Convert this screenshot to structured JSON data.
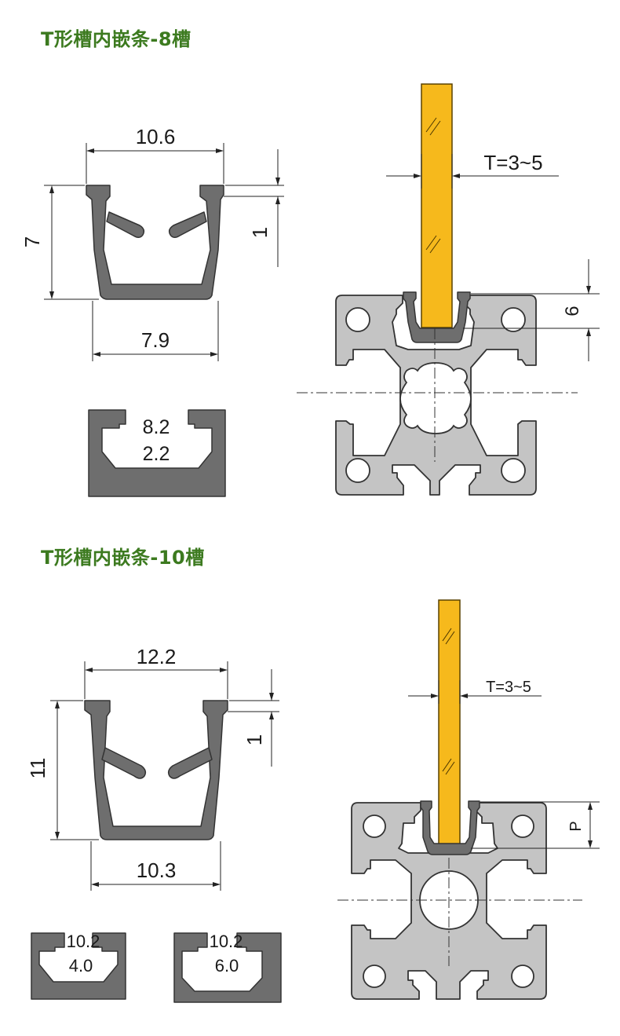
{
  "titles": {
    "slot8": "T形槽内嵌条-8槽",
    "slot10": "T形槽内嵌条-10槽"
  },
  "slot8": {
    "dim_top_width": "10.6",
    "dim_height": "7",
    "dim_lip": "1",
    "dim_bottom_width": "7.9",
    "insert_dim_a": "8.2",
    "insert_dim_b": "2.2",
    "panel_thickness": "T=3~5",
    "depth": "6"
  },
  "slot10": {
    "dim_top_width": "12.2",
    "dim_height": "11",
    "dim_lip": "1",
    "dim_bottom_width": "10.3",
    "insert1_dim_a": "10.2",
    "insert1_dim_b": "4.0",
    "insert2_dim_a": "10.2",
    "insert2_dim_b": "6.0",
    "panel_thickness": "T=3~5",
    "depth": "P"
  },
  "colors": {
    "title_green": "#3c7a1f",
    "strip_gray": "#6e6e6e",
    "profile_gray": "#c4c4c4",
    "panel_yellow": "#f6b91c"
  }
}
